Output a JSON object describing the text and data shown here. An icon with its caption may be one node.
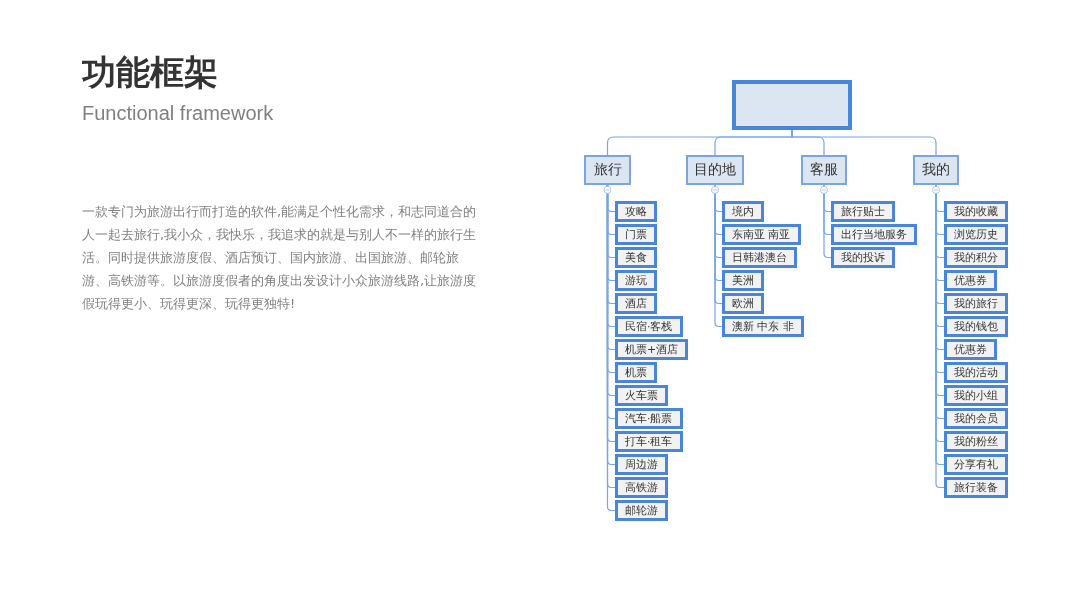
{
  "diagram": {
    "title": "功能框架",
    "nodes": [
      {
        "text": [],
        "shape": "box"
      },
      {
        "text": [
          "旅行"
        ]
      },
      {
        "text": [
          "目的地"
        ]
      },
      {
        "text": [
          "客服"
        ]
      },
      {
        "text": [
          "我的"
        ]
      },
      {
        "text": [
          "攻略"
        ]
      },
      {
        "text": [
          "门票"
        ]
      },
      {
        "text": [
          "美食"
        ]
      },
      {
        "text": [
          "游玩"
        ]
      },
      {
        "text": [
          "酒店"
        ]
      },
      {
        "text": [
          "民宿·客栈"
        ]
      },
      {
        "text": [
          "机票+酒店"
        ]
      },
      {
        "text": [
          "机票"
        ]
      },
      {
        "text": [
          "火车票"
        ]
      },
      {
        "text": [
          "汽车·船票"
        ]
      },
      {
        "text": [
          "打车·租车"
        ]
      },
      {
        "text": [
          "周边游"
        ]
      },
      {
        "text": [
          "高铁游"
        ]
      },
      {
        "text": [
          "邮轮游"
        ]
      },
      {
        "text": [
          "境内"
        ]
      },
      {
        "text": [
          "东南亚 南亚"
        ]
      },
      {
        "text": [
          "日韩港澳台"
        ]
      },
      {
        "text": [
          "美洲"
        ]
      },
      {
        "text": [
          "欧洲"
        ]
      },
      {
        "text": [
          "澳新 中东 非"
        ]
      },
      {
        "text": [
          "旅行贴士"
        ]
      },
      {
        "text": [
          "出行当地服务"
        ]
      },
      {
        "text": [
          "我的投诉"
        ]
      },
      {
        "text": [
          "我的收藏"
        ]
      },
      {
        "text": [
          "浏览历史"
        ]
      },
      {
        "text": [
          "我的积分"
        ]
      },
      {
        "text": [
          "优惠券"
        ]
      },
      {
        "text": [
          "我的旅行"
        ]
      },
      {
        "text": [
          "我的钱包"
        ]
      },
      {
        "text": [
          "优惠券"
        ]
      },
      {
        "text": [
          "我的活动"
        ]
      },
      {
        "text": [
          "我的小组"
        ]
      },
      {
        "text": [
          "我的会员"
        ]
      },
      {
        "text": [
          "我的粉丝"
        ]
      },
      {
        "text": [
          "分享有礼"
        ]
      },
      {
        "text": [
          "旅行装备"
        ]
      }
    ],
    "edges": [
      {
        "from": 0,
        "to": 1,
        "arrow": "none"
      },
      {
        "from": 0,
        "to": 2,
        "arrow": "none"
      },
      {
        "from": 0,
        "to": 3,
        "arrow": "none"
      },
      {
        "from": 0,
        "to": 4,
        "arrow": "none"
      },
      {
        "from": 1,
        "to": 5,
        "arrow": "none"
      },
      {
        "from": 1,
        "to": 6,
        "arrow": "none"
      },
      {
        "from": 1,
        "to": 7,
        "arrow": "none"
      },
      {
        "from": 1,
        "to": 8,
        "arrow": "none"
      },
      {
        "from": 1,
        "to": 9,
        "arrow": "none"
      },
      {
        "from": 1,
        "to": 10,
        "arrow": "none"
      },
      {
        "from": 1,
        "to": 11,
        "arrow": "none"
      },
      {
        "from": 1,
        "to": 12,
        "arrow": "none"
      },
      {
        "from": 1,
        "to": 13,
        "arrow": "none"
      },
      {
        "from": 1,
        "to": 14,
        "arrow": "none"
      },
      {
        "from": 1,
        "to": 15,
        "arrow": "none"
      },
      {
        "from": 1,
        "to": 16,
        "arrow": "none"
      },
      {
        "from": 1,
        "to": 17,
        "arrow": "none"
      },
      {
        "from": 1,
        "to": 18,
        "arrow": "none"
      },
      {
        "from": 2,
        "to": 19,
        "arrow": "none"
      },
      {
        "from": 2,
        "to": 20,
        "arrow": "none"
      },
      {
        "from": 2,
        "to": 21,
        "arrow": "none"
      },
      {
        "from": 2,
        "to": 22,
        "arrow": "none"
      },
      {
        "from": 2,
        "to": 23,
        "arrow": "none"
      },
      {
        "from": 2,
        "to": 24,
        "arrow": "none"
      },
      {
        "from": 3,
        "to": 25,
        "arrow": "none"
      },
      {
        "from": 3,
        "to": 26,
        "arrow": "none"
      },
      {
        "from": 3,
        "to": 27,
        "arrow": "none"
      },
      {
        "from": 4,
        "to": 28,
        "arrow": "none"
      },
      {
        "from": 4,
        "to": 29,
        "arrow": "none"
      },
      {
        "from": 4,
        "to": 30,
        "arrow": "none"
      },
      {
        "from": 4,
        "to": 31,
        "arrow": "none"
      },
      {
        "from": 4,
        "to": 32,
        "arrow": "none"
      },
      {
        "from": 4,
        "to": 33,
        "arrow": "none"
      },
      {
        "from": 4,
        "to": 34,
        "arrow": "none"
      },
      {
        "from": 4,
        "to": 35,
        "arrow": "none"
      },
      {
        "from": 4,
        "to": 36,
        "arrow": "none"
      },
      {
        "from": 4,
        "to": 37,
        "arrow": "none"
      },
      {
        "from": 4,
        "to": 38,
        "arrow": "none"
      },
      {
        "from": 4,
        "to": 39,
        "arrow": "none"
      },
      {
        "from": 4,
        "to": 40,
        "arrow": "none"
      }
    ],
    "labels": [
      "Functional framework",
      "一款专门为旅游出行而打造的软件,能满足个性化需求，和志同道合的人一起去旅行,我小众，我快乐，我追求的就是与别人不一样的旅行生活。同时提供旅游度假、酒店预订、国内旅游、出国旅游、邮轮旅游、高铁游等。以旅游度假者的角度出发设计小众旅游线路,让旅游度假玩得更小、玩得更深、玩得更独特!"
    ]
  }
}
